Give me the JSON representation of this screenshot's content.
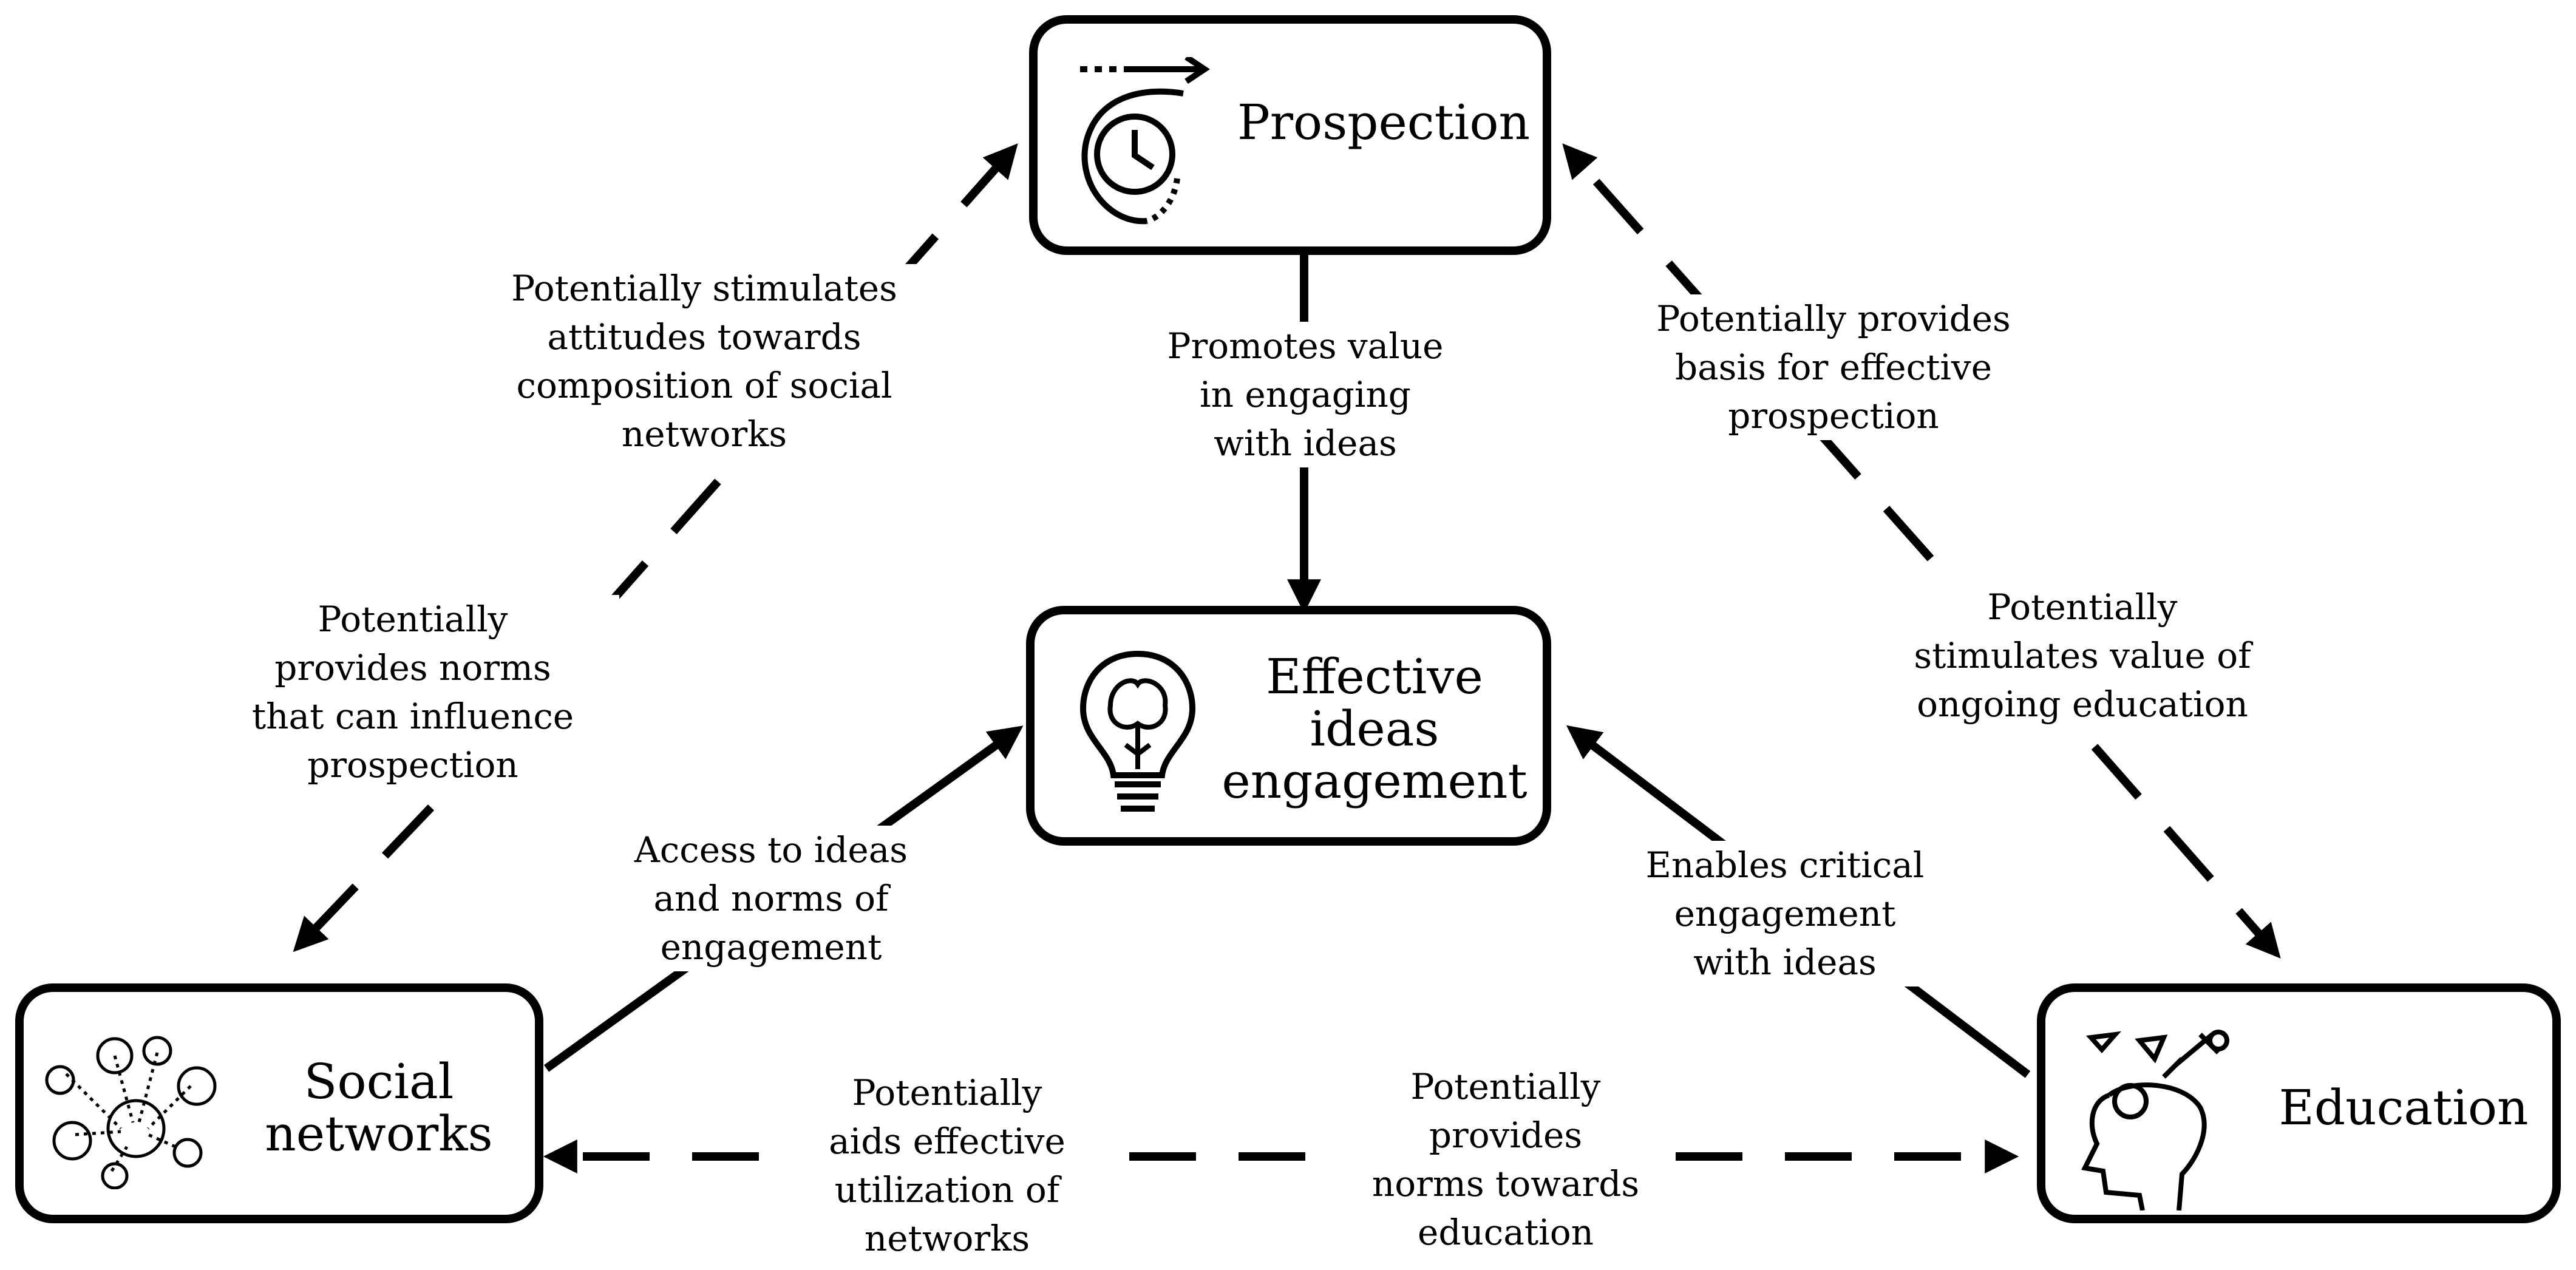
{
  "nodes": {
    "prospection": {
      "title": "Prospection",
      "icon": "clock-arrow-icon"
    },
    "effective": {
      "title_lines": [
        "Effective",
        "ideas",
        "engagement"
      ],
      "icon": "lightbulb-brain-icon"
    },
    "social": {
      "title_lines": [
        "Social",
        "networks"
      ],
      "icon": "people-network-icon"
    },
    "education": {
      "title": "Education",
      "icon": "head-ideas-icon"
    }
  },
  "labels": {
    "prospection_to_social_attitudes": [
      "Potentially stimulates",
      "attitudes towards",
      "composition of social",
      "networks"
    ],
    "prospection_to_effective": [
      "Promotes value",
      "in engaging",
      "with ideas"
    ],
    "education_to_prospection": [
      "Potentially provides",
      "basis for effective",
      "prospection"
    ],
    "social_to_prospection": [
      "Potentially",
      "provides norms",
      "that can influence",
      "prospection"
    ],
    "prospection_to_education": [
      "Potentially",
      "stimulates value of",
      "ongoing education"
    ],
    "social_to_effective": [
      "Access to ideas",
      "and norms of",
      "engagement"
    ],
    "education_to_effective": [
      "Enables critical",
      "engagement",
      "with ideas"
    ],
    "education_to_social": [
      "Potentially",
      "aids effective",
      "utilization of",
      "networks"
    ],
    "social_to_education": [
      "Potentially",
      "provides",
      "norms towards",
      "education"
    ]
  }
}
